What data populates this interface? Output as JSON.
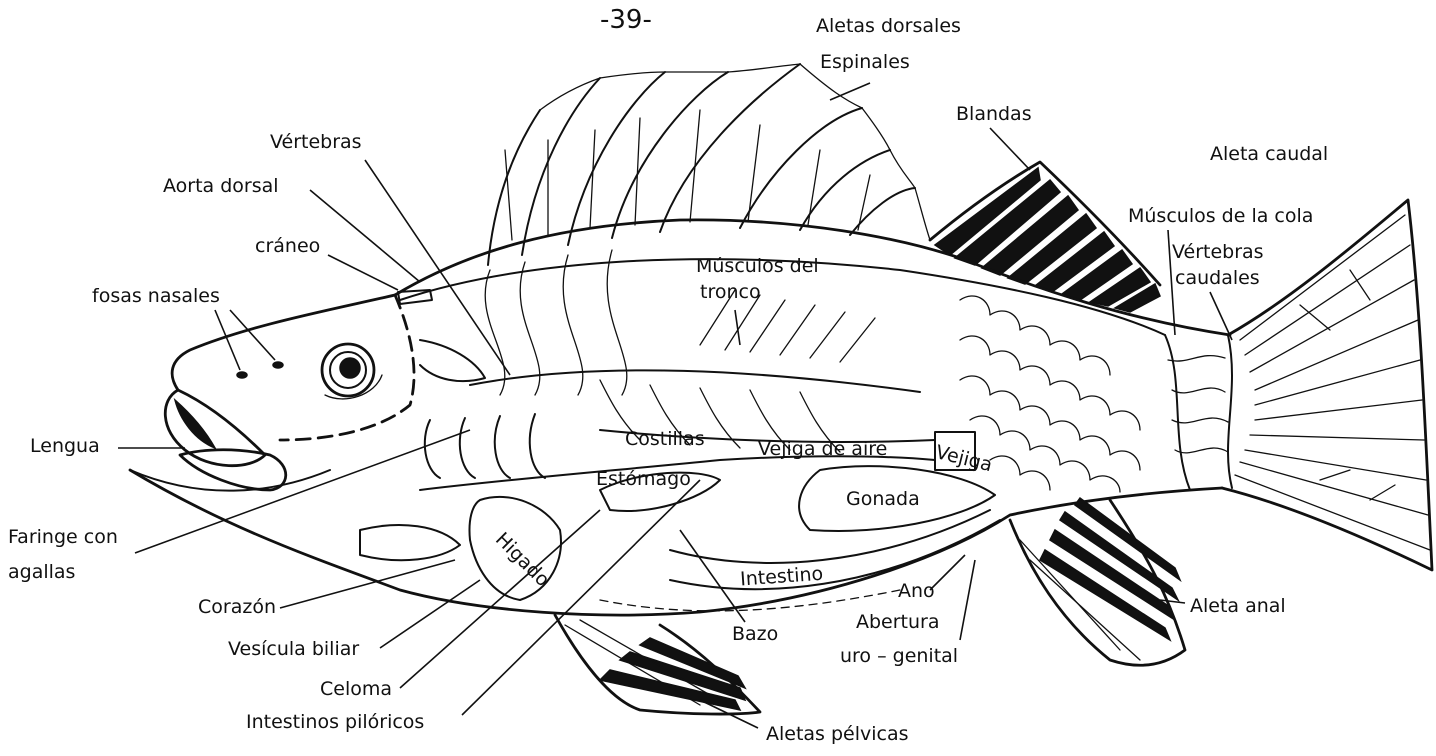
{
  "page_number": "-39-",
  "labels": {
    "aletas_dorsales": "Aletas dorsales",
    "espinales": "Espinales",
    "blandas": "Blandas",
    "aleta_caudal": "Aleta caudal",
    "musculos_cola": "Músculos de la cola",
    "vertebras_caudales_1": "Vértebras",
    "vertebras_caudales_2": "caudales",
    "vertebras": "Vértebras",
    "aorta_dorsal": "Aorta dorsal",
    "craneo": "cráneo",
    "fosas_nasales": "fosas nasales",
    "lengua": "Lengua",
    "faringe_1": "Faringe con",
    "faringe_2": "agallas",
    "corazon": "Corazón",
    "vesicula": "Vesícula biliar",
    "celoma": "Celoma",
    "intestinos_piloricos": "Intestinos pilóricos",
    "aletas_pelvicas": "Aletas pélvicas",
    "bazo": "Bazo",
    "ano": "Ano",
    "abertura_1": "Abertura",
    "abertura_2": "uro – genital",
    "aleta_anal": "Aleta anal",
    "musculos_tronco_1": "Músculos del",
    "musculos_tronco_2": "tronco",
    "costillas": "Costillas",
    "vejiga_aire": "Vejiga de aire",
    "vejiga": "Vejiga",
    "estomago": "Estómago",
    "gonada": "Gonada",
    "intestino": "Intestino",
    "higado": "Higado"
  }
}
